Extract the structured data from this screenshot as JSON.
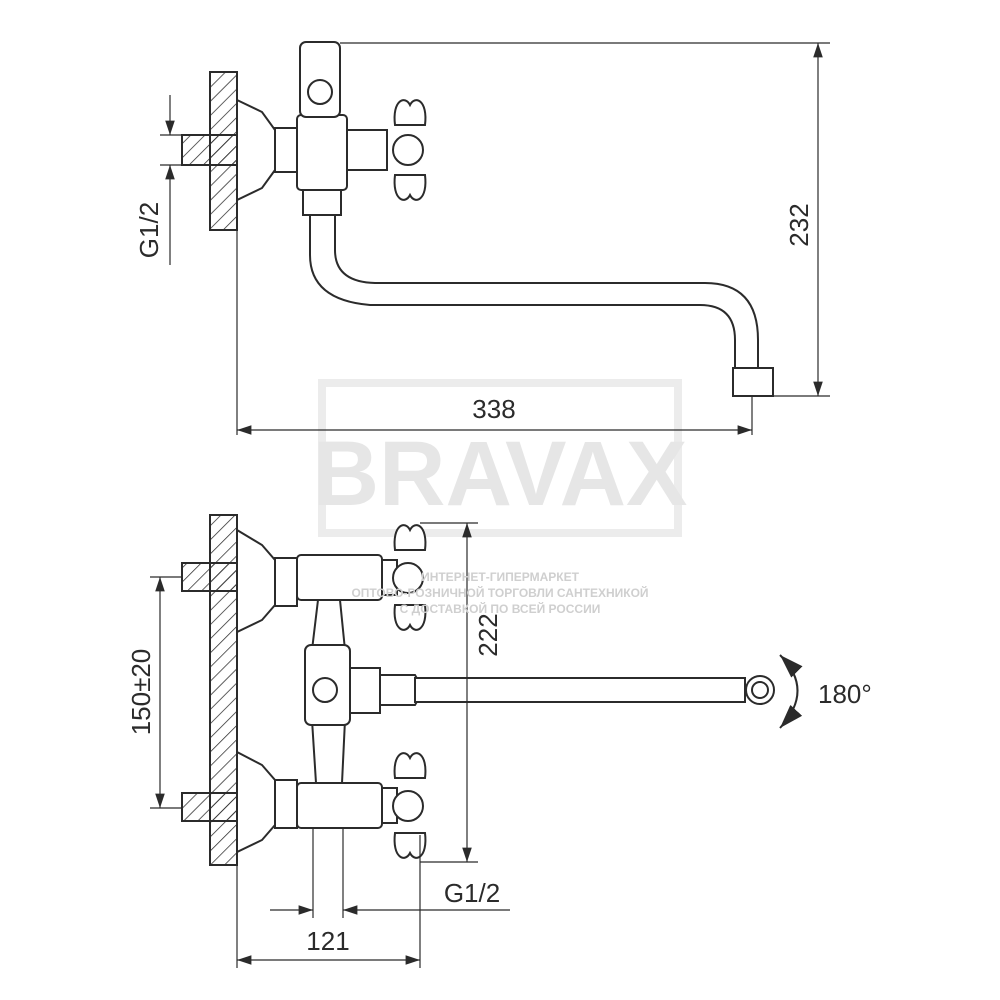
{
  "watermark": {
    "brand": "BRAVAX",
    "line1": "ИНТЕРНЕТ-ГИПЕРМАРКЕТ",
    "line2": "ОПТОВО-РОЗНИЧНОЙ ТОРГОВЛИ САНТЕХНИКОЙ",
    "line3": "С ДОСТАВКОЙ ПО ВСЕЙ РОССИИ"
  },
  "top_view": {
    "thread_label": "G1/2",
    "height_dim": "232",
    "length_dim": "338"
  },
  "front_view": {
    "height_dim": "222",
    "spacing_dim": "150±20",
    "rotation_label": "180°",
    "thread_label": "G1/2",
    "depth_dim": "121"
  }
}
